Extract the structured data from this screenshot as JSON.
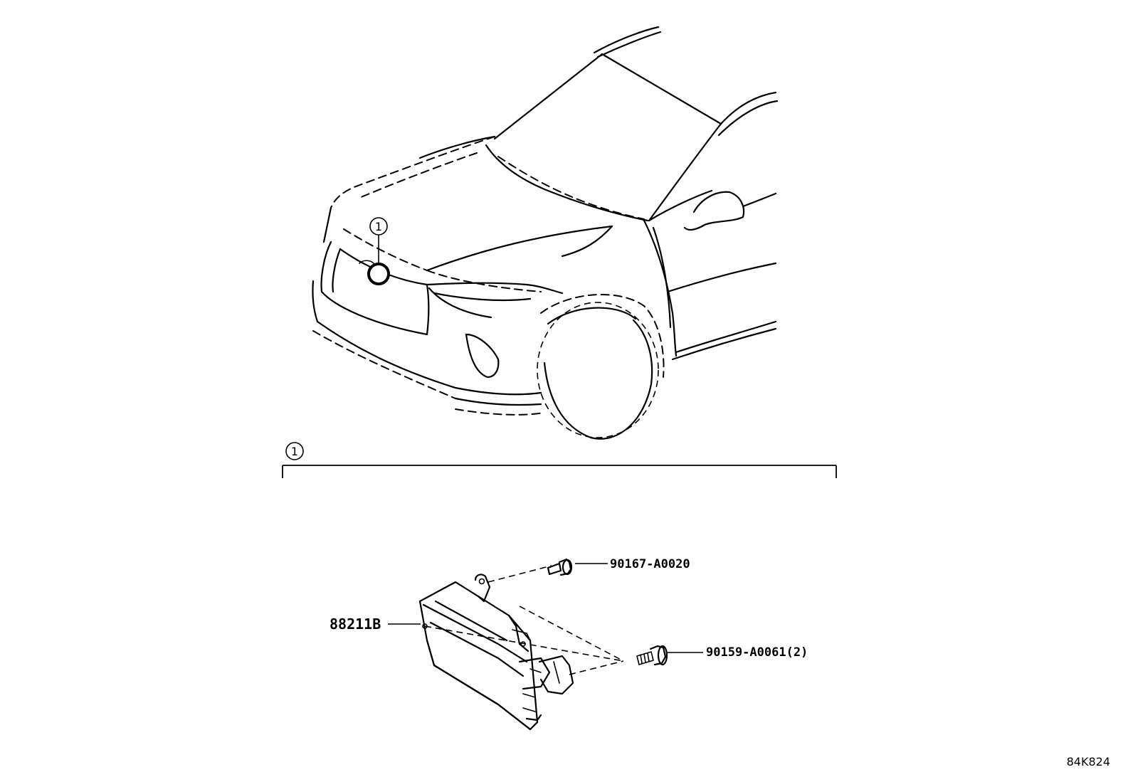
{
  "callout": {
    "number": "1"
  },
  "parts": {
    "radar_sensor": "88211B",
    "bolt_upper": "90167-A0020",
    "bolt_lower": "90159-A0061(2)"
  },
  "illustration_code": "84K824"
}
